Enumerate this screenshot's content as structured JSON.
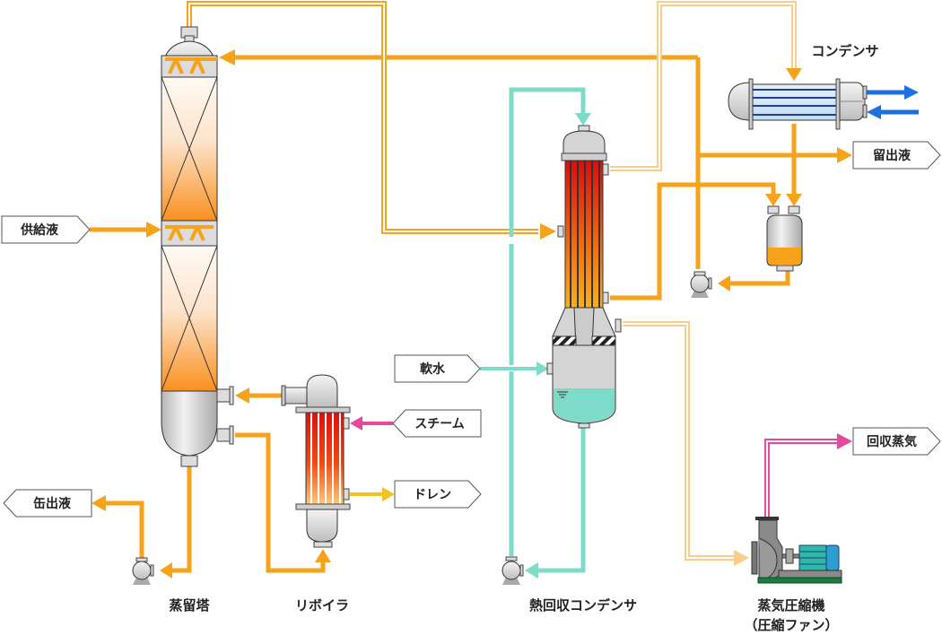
{
  "title": "Heat recovery distillation process flow (MVR)",
  "equipment": {
    "distillation_column": "蒸留塔",
    "reboiler": "リボイラ",
    "heat_recovery_condenser": "熱回収コンデンサ",
    "condenser": "コンデンサ",
    "compressor_line1": "蒸気圧縮機",
    "compressor_line2": "（圧縮ファン）"
  },
  "streams": {
    "feed": "供給液",
    "bottoms": "缶出液",
    "soft_water": "軟水",
    "steam": "スチーム",
    "drain": "ドレン",
    "distillate": "留出液",
    "recovered_steam": "回収蒸気"
  },
  "colors": {
    "process_liquid": "#f7a21b",
    "vapor_pipe": "#f7a21b",
    "low_pressure_vapor": "#f9cd8a",
    "soft_water": "#7edbc9",
    "steam": "#e8489a",
    "drain": "#f2c21f",
    "cooling_water": "#1e6fe0",
    "vessel_gray": "#d4d4d4"
  }
}
